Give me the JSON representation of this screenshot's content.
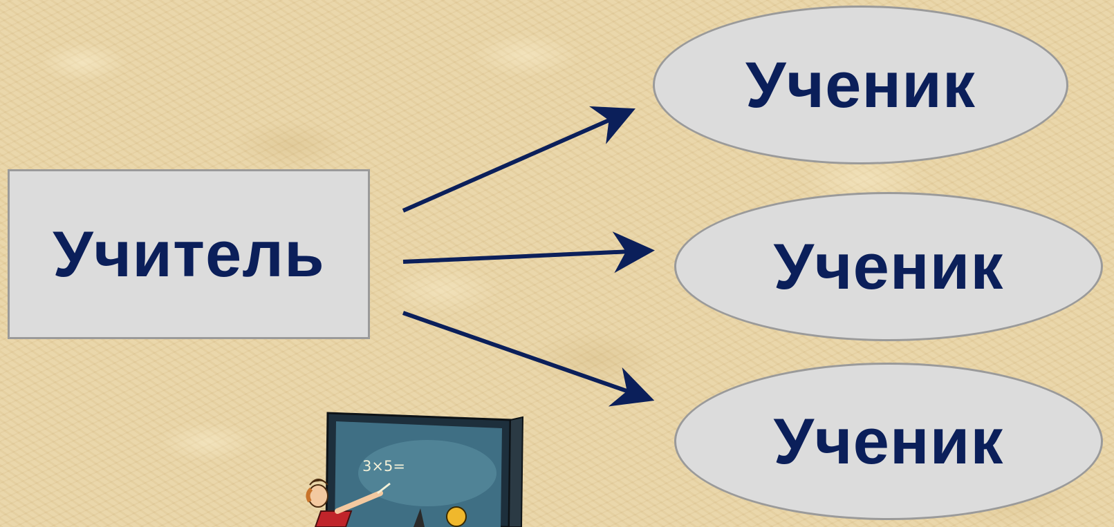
{
  "teacher": {
    "label": "Учитель"
  },
  "students": [
    {
      "label": "Ученик"
    },
    {
      "label": "Ученик"
    },
    {
      "label": "Ученик"
    }
  ],
  "clipart": {
    "board_text": "3×5=",
    "icon": "teacher-at-chalkboard"
  },
  "colors": {
    "text": "#0b1f5a",
    "arrow": "#0b1f5a",
    "node_fill": "#dcdcdc",
    "node_border": "#9a9a9a",
    "background": "#e8d3a4"
  }
}
